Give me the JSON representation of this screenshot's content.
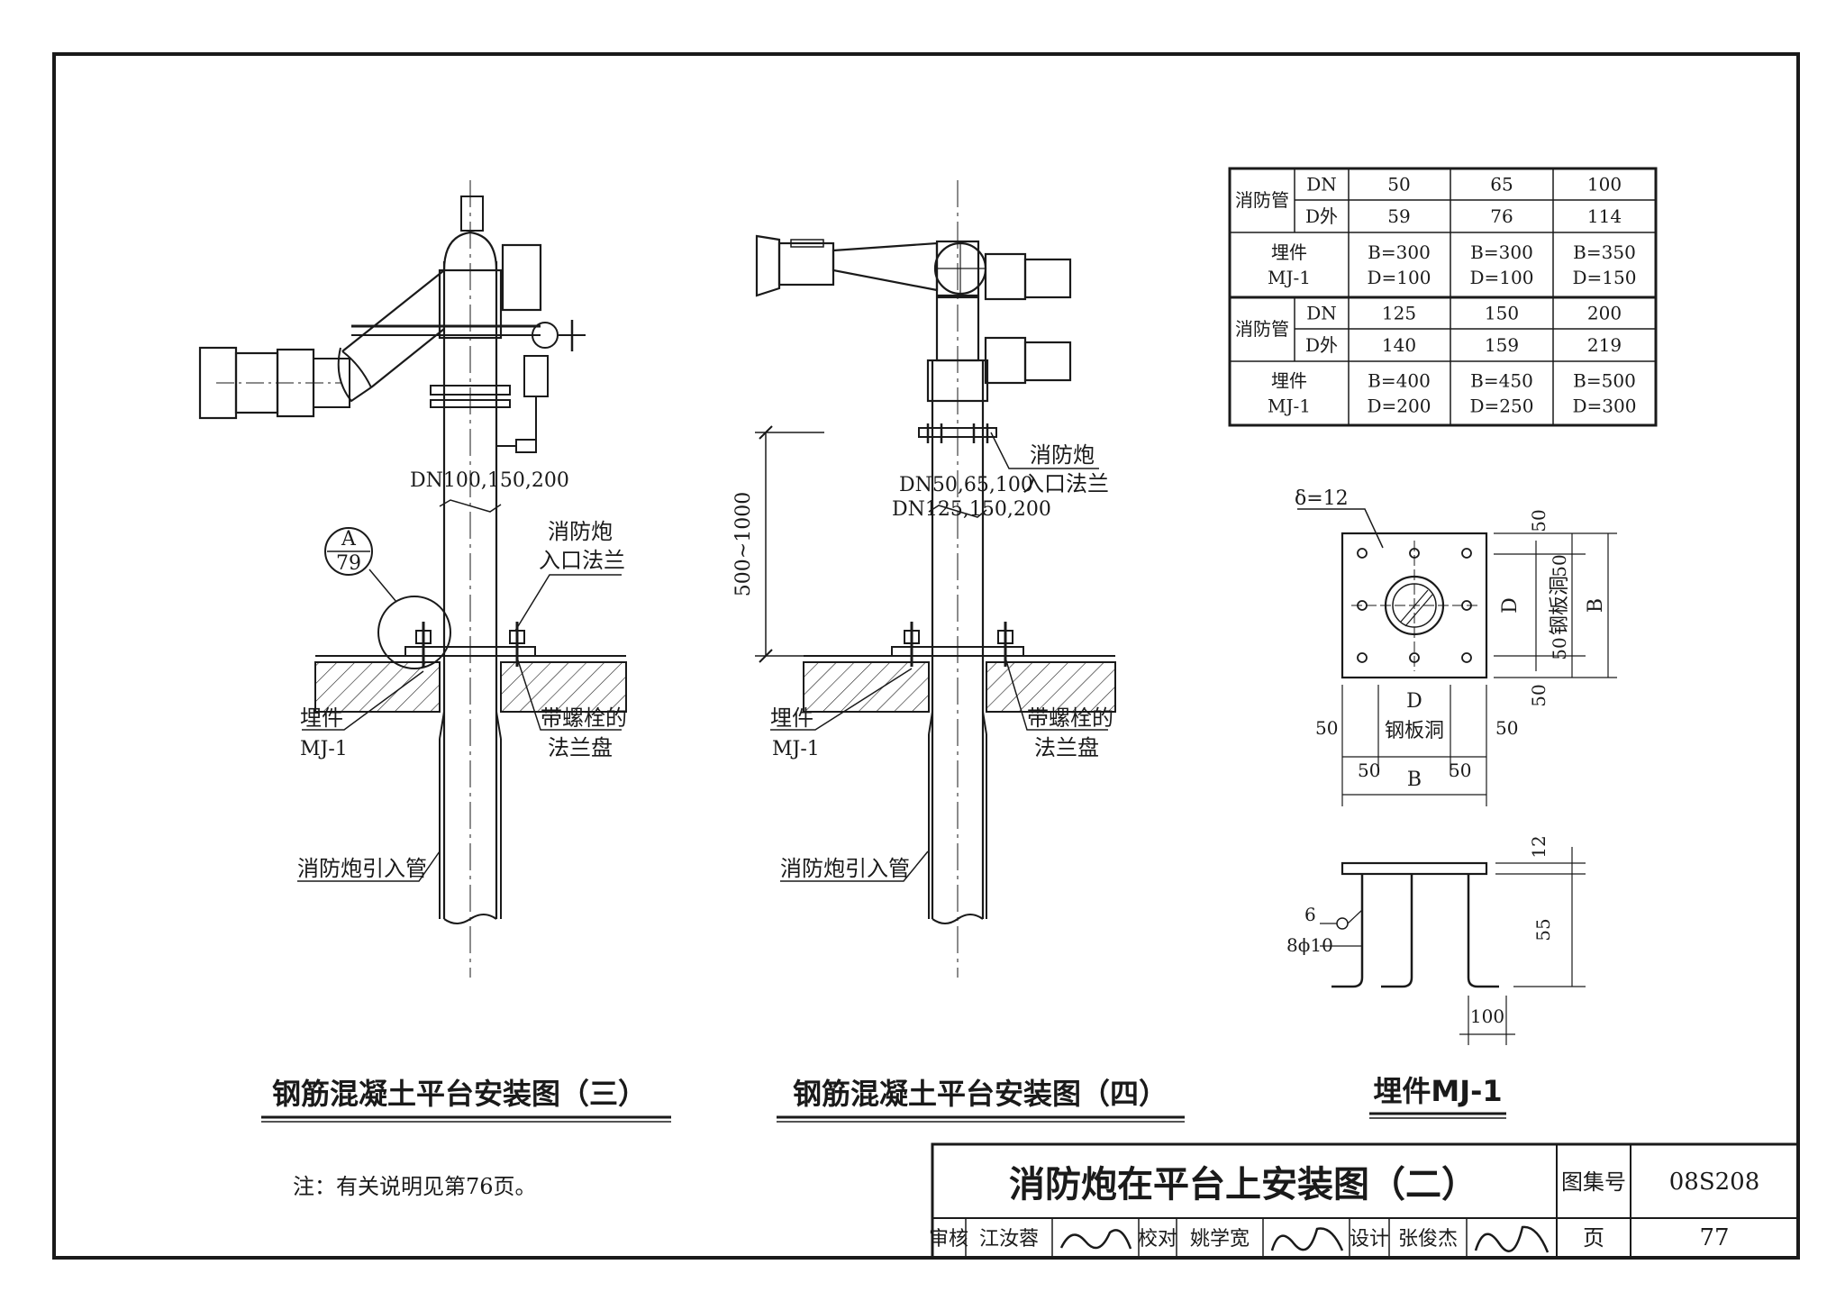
{
  "drawing_title": "消防炮在平台上安装图（二）",
  "note": "注：有关说明见第76页。",
  "title_block": {
    "atlas_label": "图集号",
    "atlas_no": "08S208",
    "page_label": "页",
    "page_no": "77",
    "review_label": "审核",
    "reviewer": "江汝蓉",
    "check_label": "校对",
    "checker": "姚学宽",
    "design_label": "设计",
    "designer": "张俊杰"
  },
  "figure3": {
    "caption": "钢筋混凝土平台安装图（三）",
    "dn": "DN100,150,200",
    "detail_top": "A",
    "detail_bottom": "79",
    "flange_label_1": "消防炮",
    "flange_label_2": "入口法兰",
    "embed_label_1": "埋件",
    "embed_label_2": "MJ-1",
    "bolt_flange_1": "带螺栓的",
    "bolt_flange_2": "法兰盘",
    "inlet_pipe": "消防炮引入管"
  },
  "figure4": {
    "caption": "钢筋混凝土平台安装图（四）",
    "dn_1": "DN50,65,100",
    "dn_2": "DN125,150,200",
    "height_dim": "500~1000",
    "flange_label_1": "消防炮",
    "flange_label_2": "入口法兰",
    "embed_label_1": "埋件",
    "embed_label_2": "MJ-1",
    "bolt_flange_1": "带螺栓的",
    "bolt_flange_2": "法兰盘",
    "inlet_pipe": "消防炮引入管"
  },
  "embed_part": {
    "caption": "埋件MJ-1",
    "plate_thickness": "δ=12",
    "dim_50": "50",
    "dim_D": "D",
    "dim_B": "B",
    "hole_label": "钢板洞",
    "dim_12": "12",
    "dim_55": "55",
    "dim_100": "100",
    "weld_size": "6",
    "bar_spec": "8ϕ10"
  },
  "size_table": {
    "rows": [
      [
        "消防管",
        "DN",
        "50",
        "65",
        "100"
      ],
      [
        "",
        "D外",
        "59",
        "76",
        "114"
      ],
      [
        "埋件\nMJ-1",
        "",
        "B=300\nD=100",
        "B=300\nD=100",
        "B=350\nD=150"
      ],
      [
        "消防管",
        "DN",
        "125",
        "150",
        "200"
      ],
      [
        "",
        "D外",
        "140",
        "159",
        "219"
      ],
      [
        "埋件\nMJ-1",
        "",
        "B=400\nD=200",
        "B=450\nD=250",
        "B=500\nD=300"
      ]
    ]
  },
  "colors": {
    "ink": "#1a1a1a",
    "paper": "#ffffff"
  }
}
